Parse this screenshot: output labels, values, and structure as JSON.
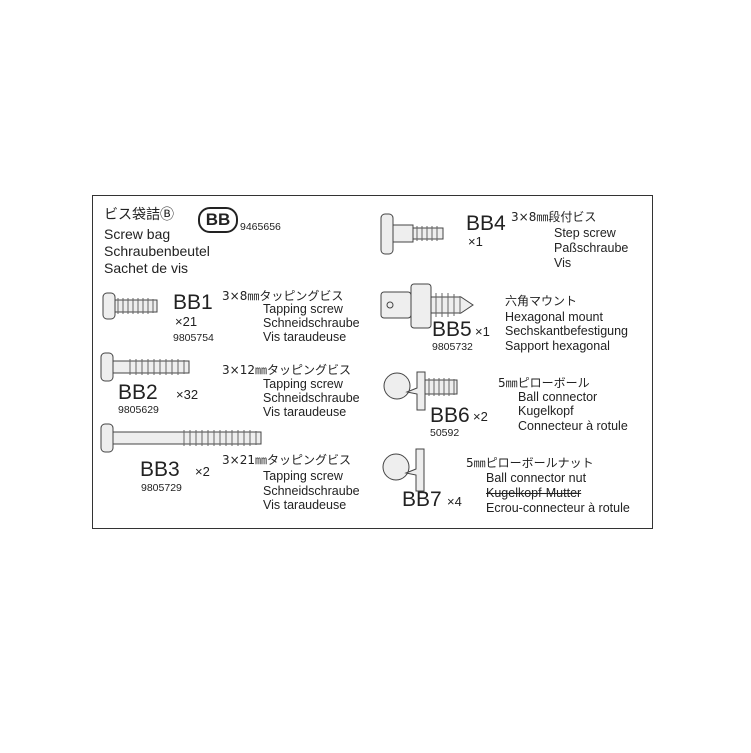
{
  "header": {
    "title_jp": "ビス袋詰Ⓑ",
    "bag_code": "BB",
    "bag_number": "9465656",
    "title_en": "Screw bag",
    "title_de": "Schraubenbeutel",
    "title_fr": "Sachet de vis"
  },
  "parts": [
    {
      "id": "BB1",
      "qty": "×21",
      "number": "9805754",
      "jp": "3×8㎜タッピングビス",
      "en": "Tapping screw",
      "de": "Schneidschraube",
      "fr": "Vis taraudeuse"
    },
    {
      "id": "BB2",
      "qty": "×32",
      "number": "9805629",
      "jp": "3×12㎜タッピングビス",
      "en": "Tapping screw",
      "de": "Schneidschraube",
      "fr": "Vis taraudeuse"
    },
    {
      "id": "BB3",
      "qty": "×2",
      "number": "9805729",
      "jp": "3×21㎜タッピングビス",
      "en": "Tapping screw",
      "de": "Schneidschraube",
      "fr": "Vis taraudeuse"
    },
    {
      "id": "BB4",
      "qty": "×1",
      "jp": "3×8㎜段付ビス",
      "en": "Step screw",
      "de": "Paßschraube",
      "fr": "Vis"
    },
    {
      "id": "BB5",
      "qty": "×1",
      "number": "9805732",
      "jp": "六角マウント",
      "en": "Hexagonal mount",
      "de": "Sechskantbefestigung",
      "fr": "Sapport hexagonal"
    },
    {
      "id": "BB6",
      "qty": "×2",
      "number": "50592",
      "jp": "5㎜ピローボール",
      "en": "Ball connector",
      "de": "Kugelkopf",
      "fr": "Connecteur à rotule"
    },
    {
      "id": "BB7",
      "qty": "×4",
      "jp": "5㎜ピローボールナット",
      "en": "Ball connector nut",
      "de": "Kugelkopf-Mutter",
      "fr": "Ecrou-connecteur à rotule"
    }
  ]
}
